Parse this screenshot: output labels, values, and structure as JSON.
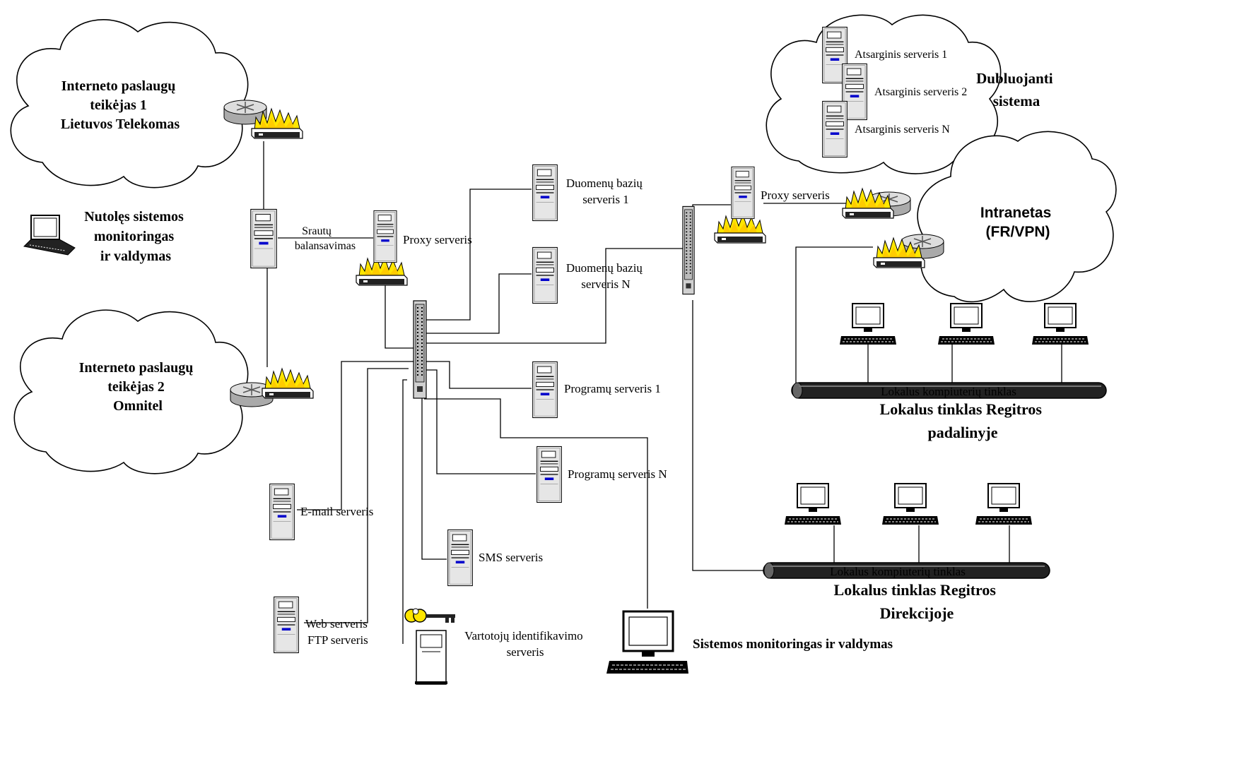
{
  "clouds": {
    "isp1": [
      "Interneto paslaugų",
      "teikėjas 1",
      "Lietuvos Telekomas"
    ],
    "isp2": [
      "Interneto paslaugų",
      "teikėjas  2",
      "Omnitel"
    ],
    "dubluojanti": [
      "Dubluojanti",
      "sistema"
    ],
    "intranetas": [
      "Intranetas",
      "(FR/VPN)"
    ]
  },
  "remote_monitoring": [
    "Nutolęs sistemos",
    "monitoringas",
    "ir valdymas"
  ],
  "labels": {
    "srautu": [
      "Srautų",
      "balansavimas"
    ],
    "proxy_left": "Proxy serveris",
    "proxy_right": "Proxy serveris",
    "db1": [
      "Duomenų bazių",
      "serveris 1"
    ],
    "dbn": [
      "Duomenų bazių",
      "serveris N"
    ],
    "prog1": "Programų serveris 1",
    "progn": "Programų serveris N",
    "sms": "SMS serveris",
    "email": "E-mail serveris",
    "web": [
      "Web serveris",
      "FTP serveris"
    ],
    "auth": [
      "Vartotojų identifikavimo",
      "serveris"
    ],
    "backup1": "Atsarginis serveris 1",
    "backup2": "Atsarginis serveris 2",
    "backupn": "Atsarginis serveris N",
    "local_bus_text": "Lokalus kompiuterių tinklas",
    "lan_padalinys": [
      "Lokalus tinklas Regitros",
      "padalinyje"
    ],
    "lan_direkcija": [
      "Lokalus tinklas Regitros",
      "Direkcijoje"
    ],
    "monitoring": "Sistemos monitoringas ir valdymas"
  },
  "icons": [
    "cloud",
    "router-icon",
    "firewall-icon",
    "server-tower-icon",
    "switch-hub-icon",
    "workstation-icon",
    "laptop-icon",
    "key-icon",
    "terminal-icon",
    "network-bus-icon"
  ],
  "colors": {
    "line": "#000000",
    "firewall_flame": "#ffe600",
    "server_light": "#e6e6e6",
    "server_blue": "#0000cc",
    "hub_body": "#cccccc",
    "router_body": "#c8c8c8"
  }
}
